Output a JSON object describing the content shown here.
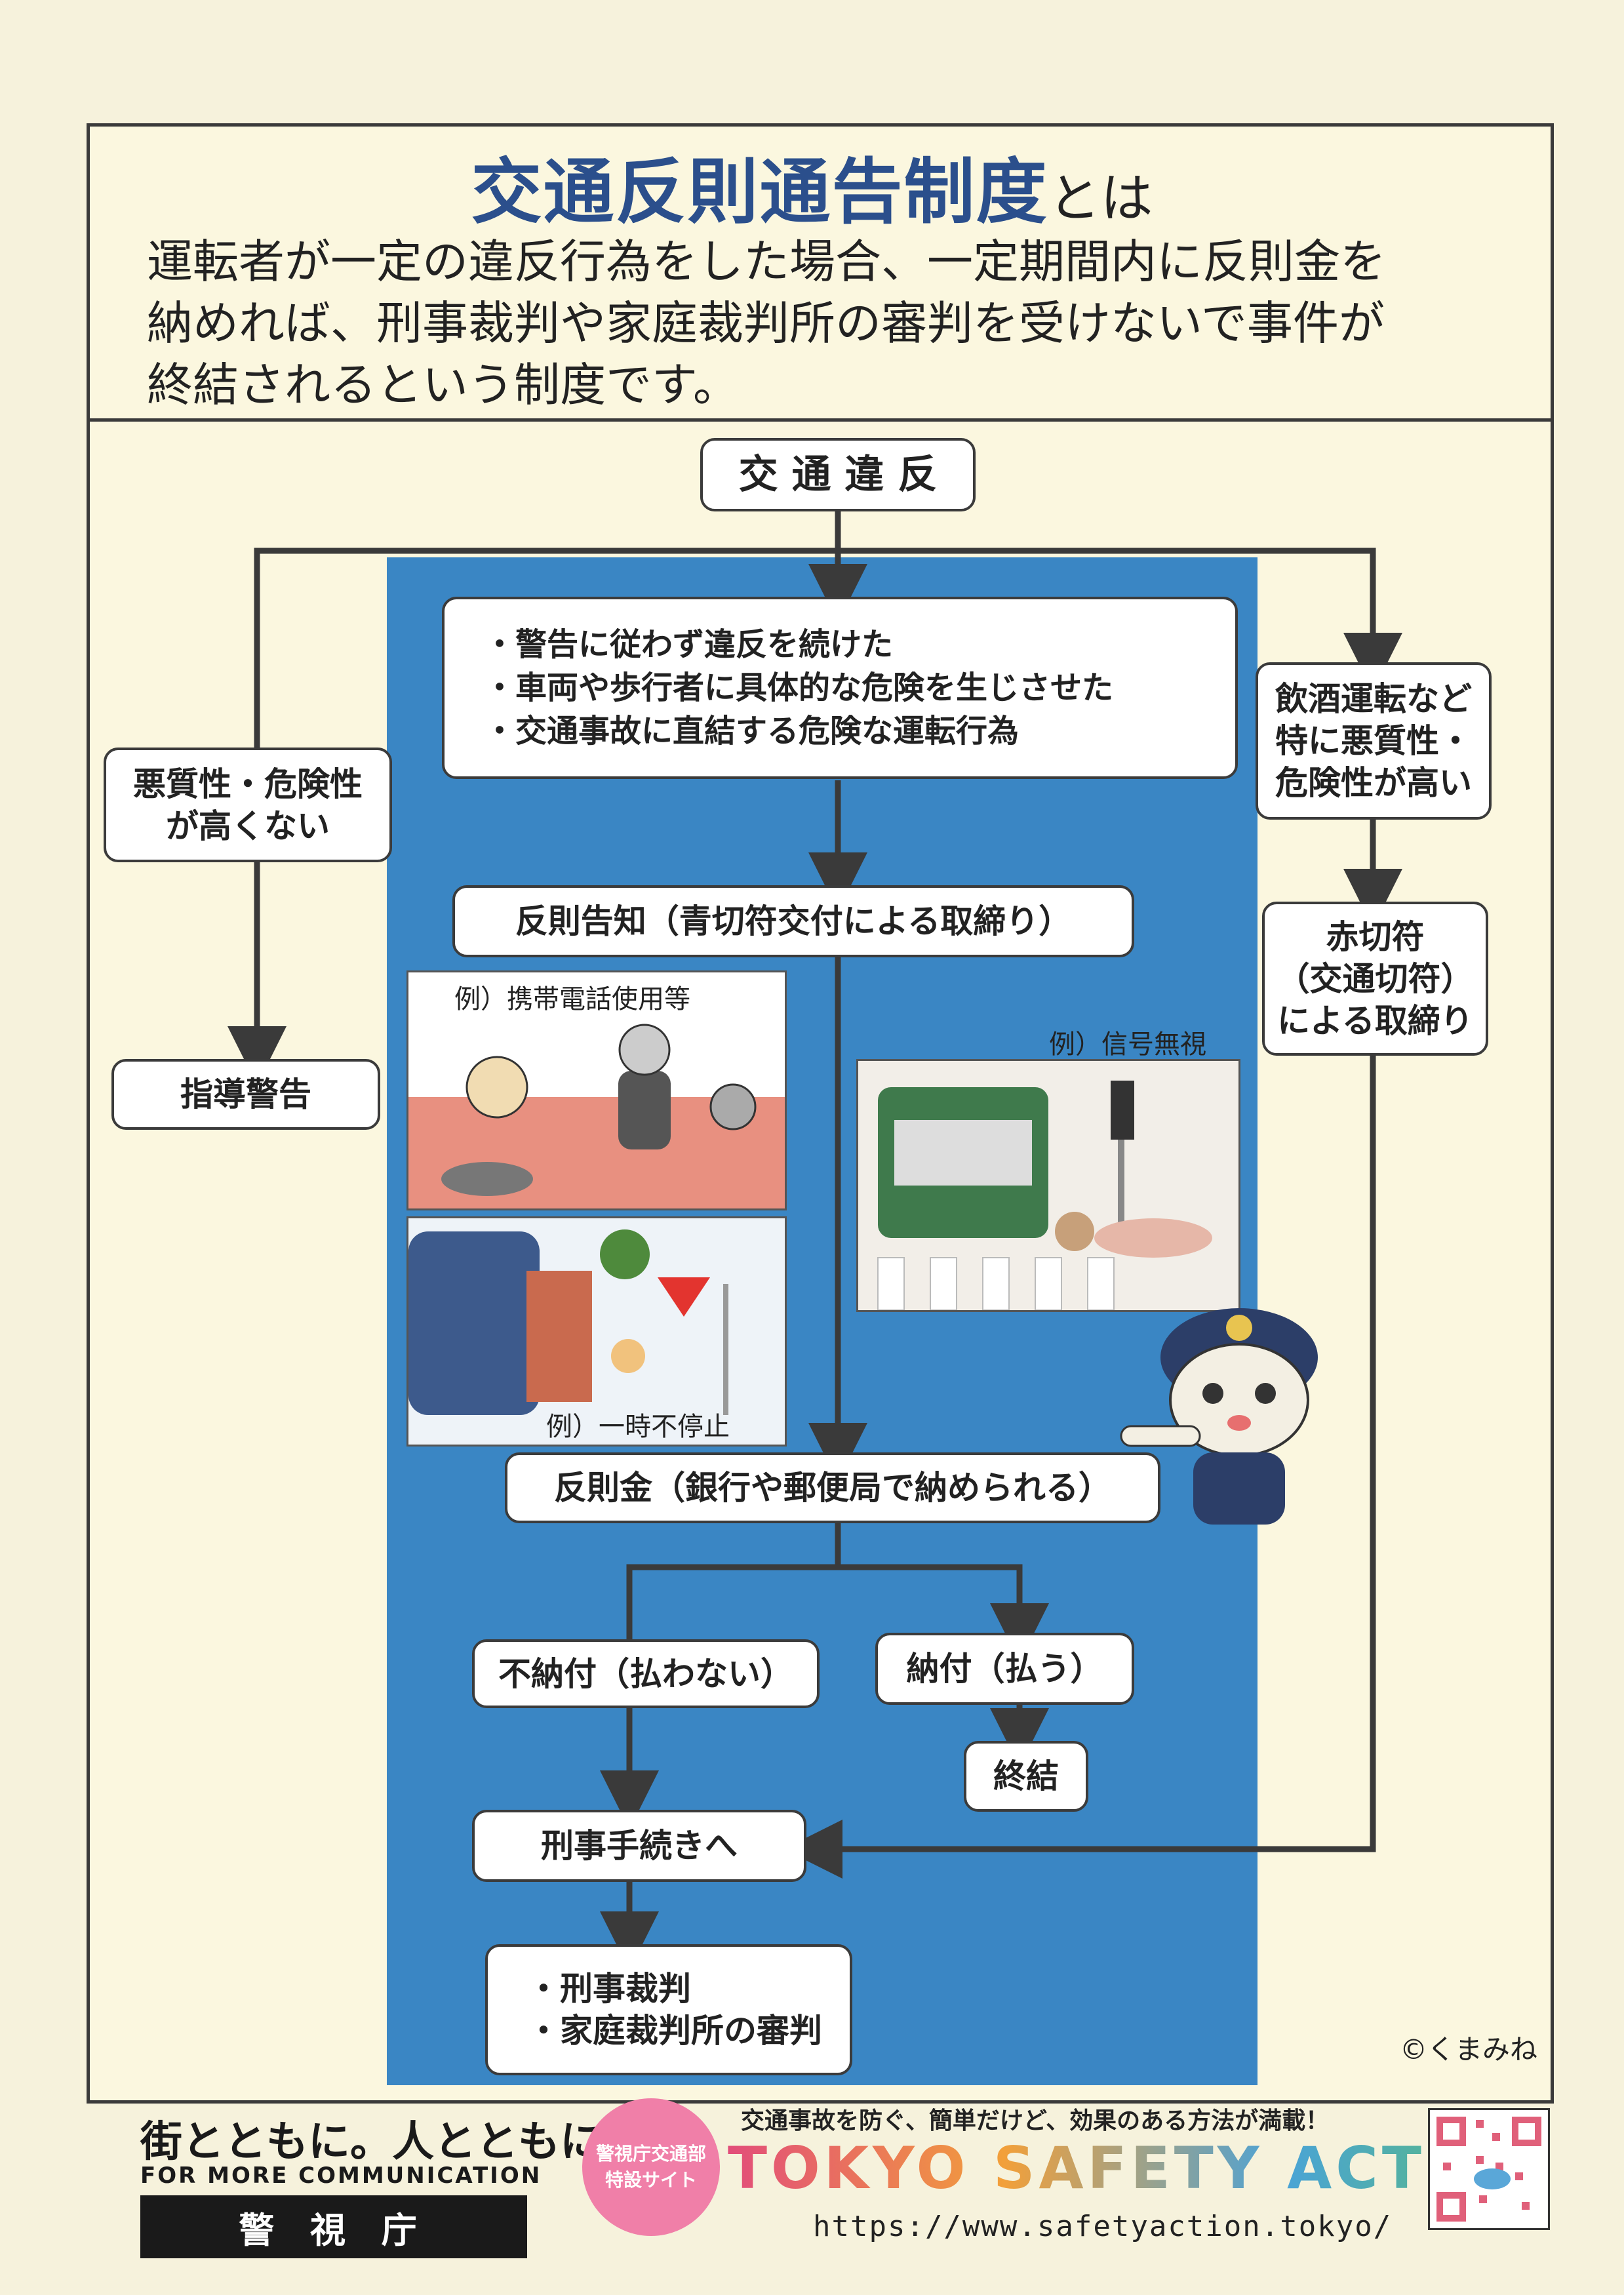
{
  "title": {
    "main": "交通反則通告制度",
    "suffix": "とは"
  },
  "description": [
    "運転者が一定の違反行為をした場合、一定期間内に反則金を",
    "納めれば、刑事裁判や家庭裁判所の審判を受けないで事件が",
    "終結されるという制度です。"
  ],
  "flow": {
    "start": "交 通 違 反",
    "conditions": [
      "・警告に従わず違反を続けた",
      "・車両や歩行者に具体的な危険を生じさせた",
      "・交通事故に直結する危険な運転行為"
    ],
    "left_branch": [
      "悪質性・危険性",
      "が高くない"
    ],
    "left_result": "指導警告",
    "right_branch": [
      "飲酒運転など",
      "特に悪質性・",
      "危険性が高い"
    ],
    "right_result": [
      "赤切符",
      "（交通切符）",
      "による取締り"
    ],
    "notice": "反則告知（青切符交付による取締り）",
    "fine": "反則金（銀行や郵便局で納められる）",
    "nonpay": "不納付（払わない）",
    "pay": "納付（払う）",
    "end": "終結",
    "criminal": "刑事手続きへ",
    "trial": [
      "・刑事裁判",
      "・家庭裁判所の審判"
    ]
  },
  "examples": {
    "phone": "例）携帯電話使用等",
    "stop": "例）一時不停止",
    "signal": "例）信号無視"
  },
  "credit": "©くまみね",
  "footer": {
    "slogan": "街とともに。人とともに。",
    "more": "FOR MORE COMMUNICATION",
    "org": "警 視 庁",
    "badge": [
      "警視庁交通部",
      "特設サイト"
    ],
    "tagline": "交通事故を防ぐ、簡単だけど、効果のある方法が満載！",
    "brand": "TOKYO SAFETY ACTION",
    "url": "https://www.safetyaction.tokyo/"
  },
  "colors": {
    "title_blue": "#2b4f8c",
    "panel_blue": "#3a86c4",
    "paper": "#f6f2dc",
    "badge_pink": "#f07fa8"
  }
}
